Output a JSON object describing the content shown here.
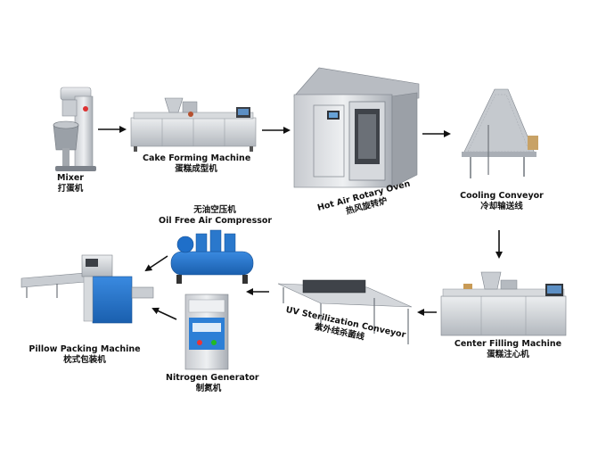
{
  "machines": {
    "mixer": {
      "en": "Mixer",
      "zh": "打蛋机"
    },
    "cake_forming": {
      "en": "Cake Forming Machine",
      "zh": "蛋糕成型机"
    },
    "rotary_oven": {
      "en": "Hot Air Rotary Oven",
      "zh": "热风旋转炉"
    },
    "cooling_conveyor": {
      "en": "Cooling Conveyor",
      "zh": "冷却输送线"
    },
    "center_filling": {
      "en": "Center Filling Machine",
      "zh": "蛋糕注心机"
    },
    "uv_conveyor": {
      "en": "UV Sterilization Conveyor",
      "zh": "紫外线杀菌线"
    },
    "air_compressor": {
      "en": "Oil Free Air Compressor",
      "zh": "无油空压机"
    },
    "nitrogen_generator": {
      "en": "Nitrogen Generator",
      "zh": "制氮机"
    },
    "pillow_packing": {
      "en": "Pillow Packing Machine",
      "zh": "枕式包装机"
    }
  },
  "colors": {
    "steel_light": "#e4e6e9",
    "steel_mid": "#b8bcc2",
    "steel_dark": "#7d838b",
    "compressor_blue": "#1f6fc9",
    "packer_blue": "#2d7fd6",
    "arrow": "#111111"
  }
}
